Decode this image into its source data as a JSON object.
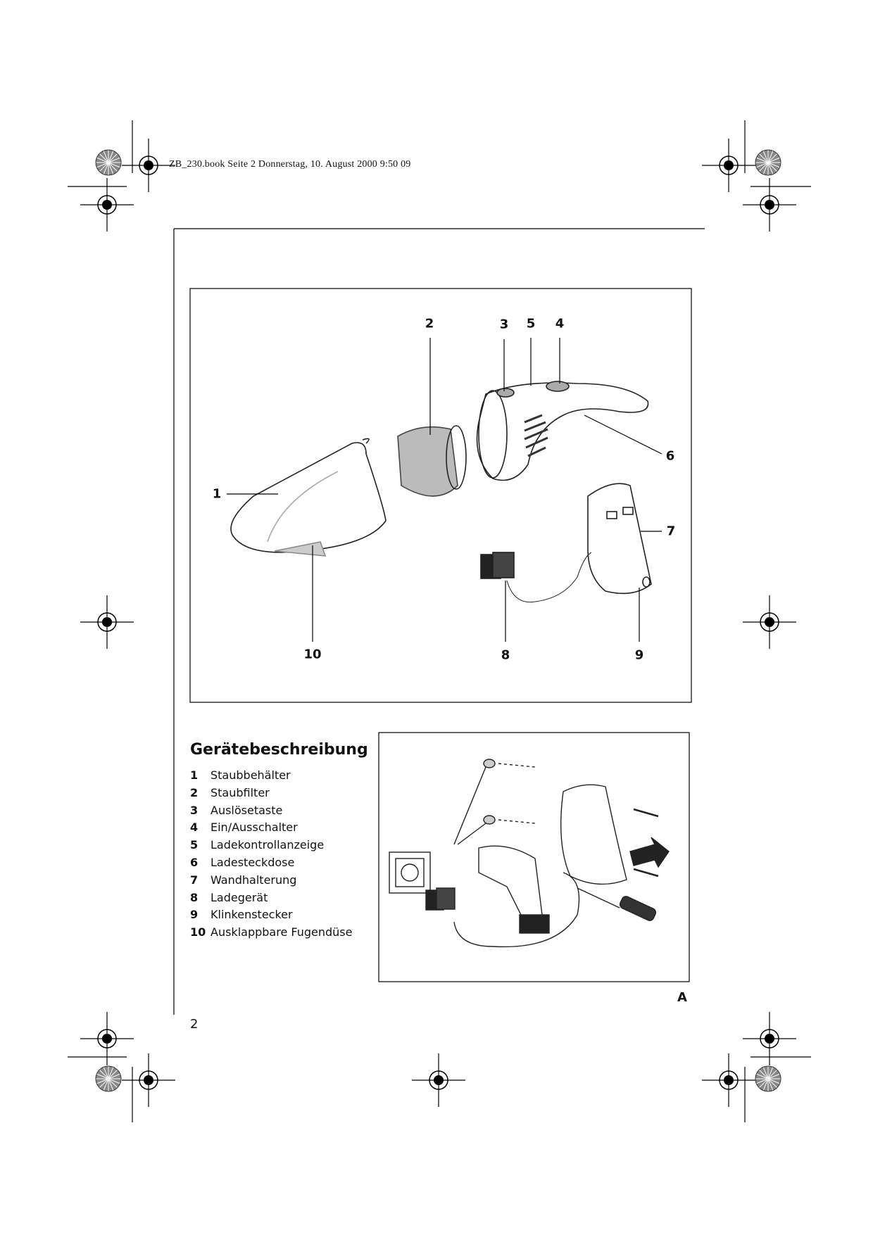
{
  "print_header": "ZB_230.book  Seite 2  Donnerstag, 10. August 2000  9:50 09",
  "figure_callouts": {
    "c1": "1",
    "c2": "2",
    "c3": "3",
    "c4": "4",
    "c5": "5",
    "c6": "6",
    "c7": "7",
    "c8": "8",
    "c9": "9",
    "c10": "10"
  },
  "section": {
    "heading": "Gerätebeschreibung",
    "items": [
      {
        "num": "1",
        "label": "Staubbehälter"
      },
      {
        "num": "2",
        "label": "Staubfilter"
      },
      {
        "num": "3",
        "label": "Auslösetaste"
      },
      {
        "num": "4",
        "label": "Ein/Ausschalter"
      },
      {
        "num": "5",
        "label": "Ladekontrollanzeige"
      },
      {
        "num": "6",
        "label": "Ladesteckdose"
      },
      {
        "num": "7",
        "label": "Wandhalterung"
      },
      {
        "num": "8",
        "label": "Ladegerät"
      },
      {
        "num": "9",
        "label": "Klinkenstecker"
      },
      {
        "num": "10",
        "label": "Ausklappbare Fugendüse"
      }
    ]
  },
  "figure_label": "A",
  "page_number": "2"
}
